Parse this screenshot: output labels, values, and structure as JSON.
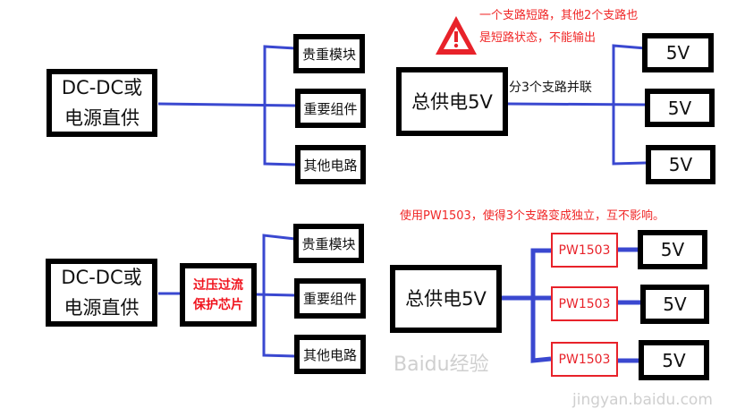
{
  "colors": {
    "wire": "#3a48d0",
    "warning": "#e8222a",
    "text_red": "#f02828"
  },
  "top_left": {
    "source": [
      "DC-DC或",
      "电源直供"
    ],
    "loads": [
      "贵重模块",
      "重要组件",
      "其他电路"
    ]
  },
  "bottom_left": {
    "source": [
      "DC-DC或",
      "电源直供"
    ],
    "protection": [
      "过压过流",
      "保护芯片"
    ],
    "loads": [
      "贵重模块",
      "重要组件",
      "其他电路"
    ]
  },
  "top_right": {
    "warning_icon": "warning-triangle-icon",
    "note": [
      "一个支路短路，其他2个支路也",
      "是短路状态，不能输出"
    ],
    "source": "总供电5V",
    "branch_label": "分3个支路并联",
    "outputs": [
      "5V",
      "5V",
      "5V"
    ]
  },
  "bottom_right": {
    "note": "使用PW1503，使得3个支路变成独立，互不影响。",
    "source": "总供电5V",
    "chips": [
      "PW1503",
      "PW1503",
      "PW1503"
    ],
    "outputs": [
      "5V",
      "5V",
      "5V"
    ]
  },
  "watermark": {
    "brand": "Baidu经验",
    "url": "jingyan.baidu.com"
  }
}
